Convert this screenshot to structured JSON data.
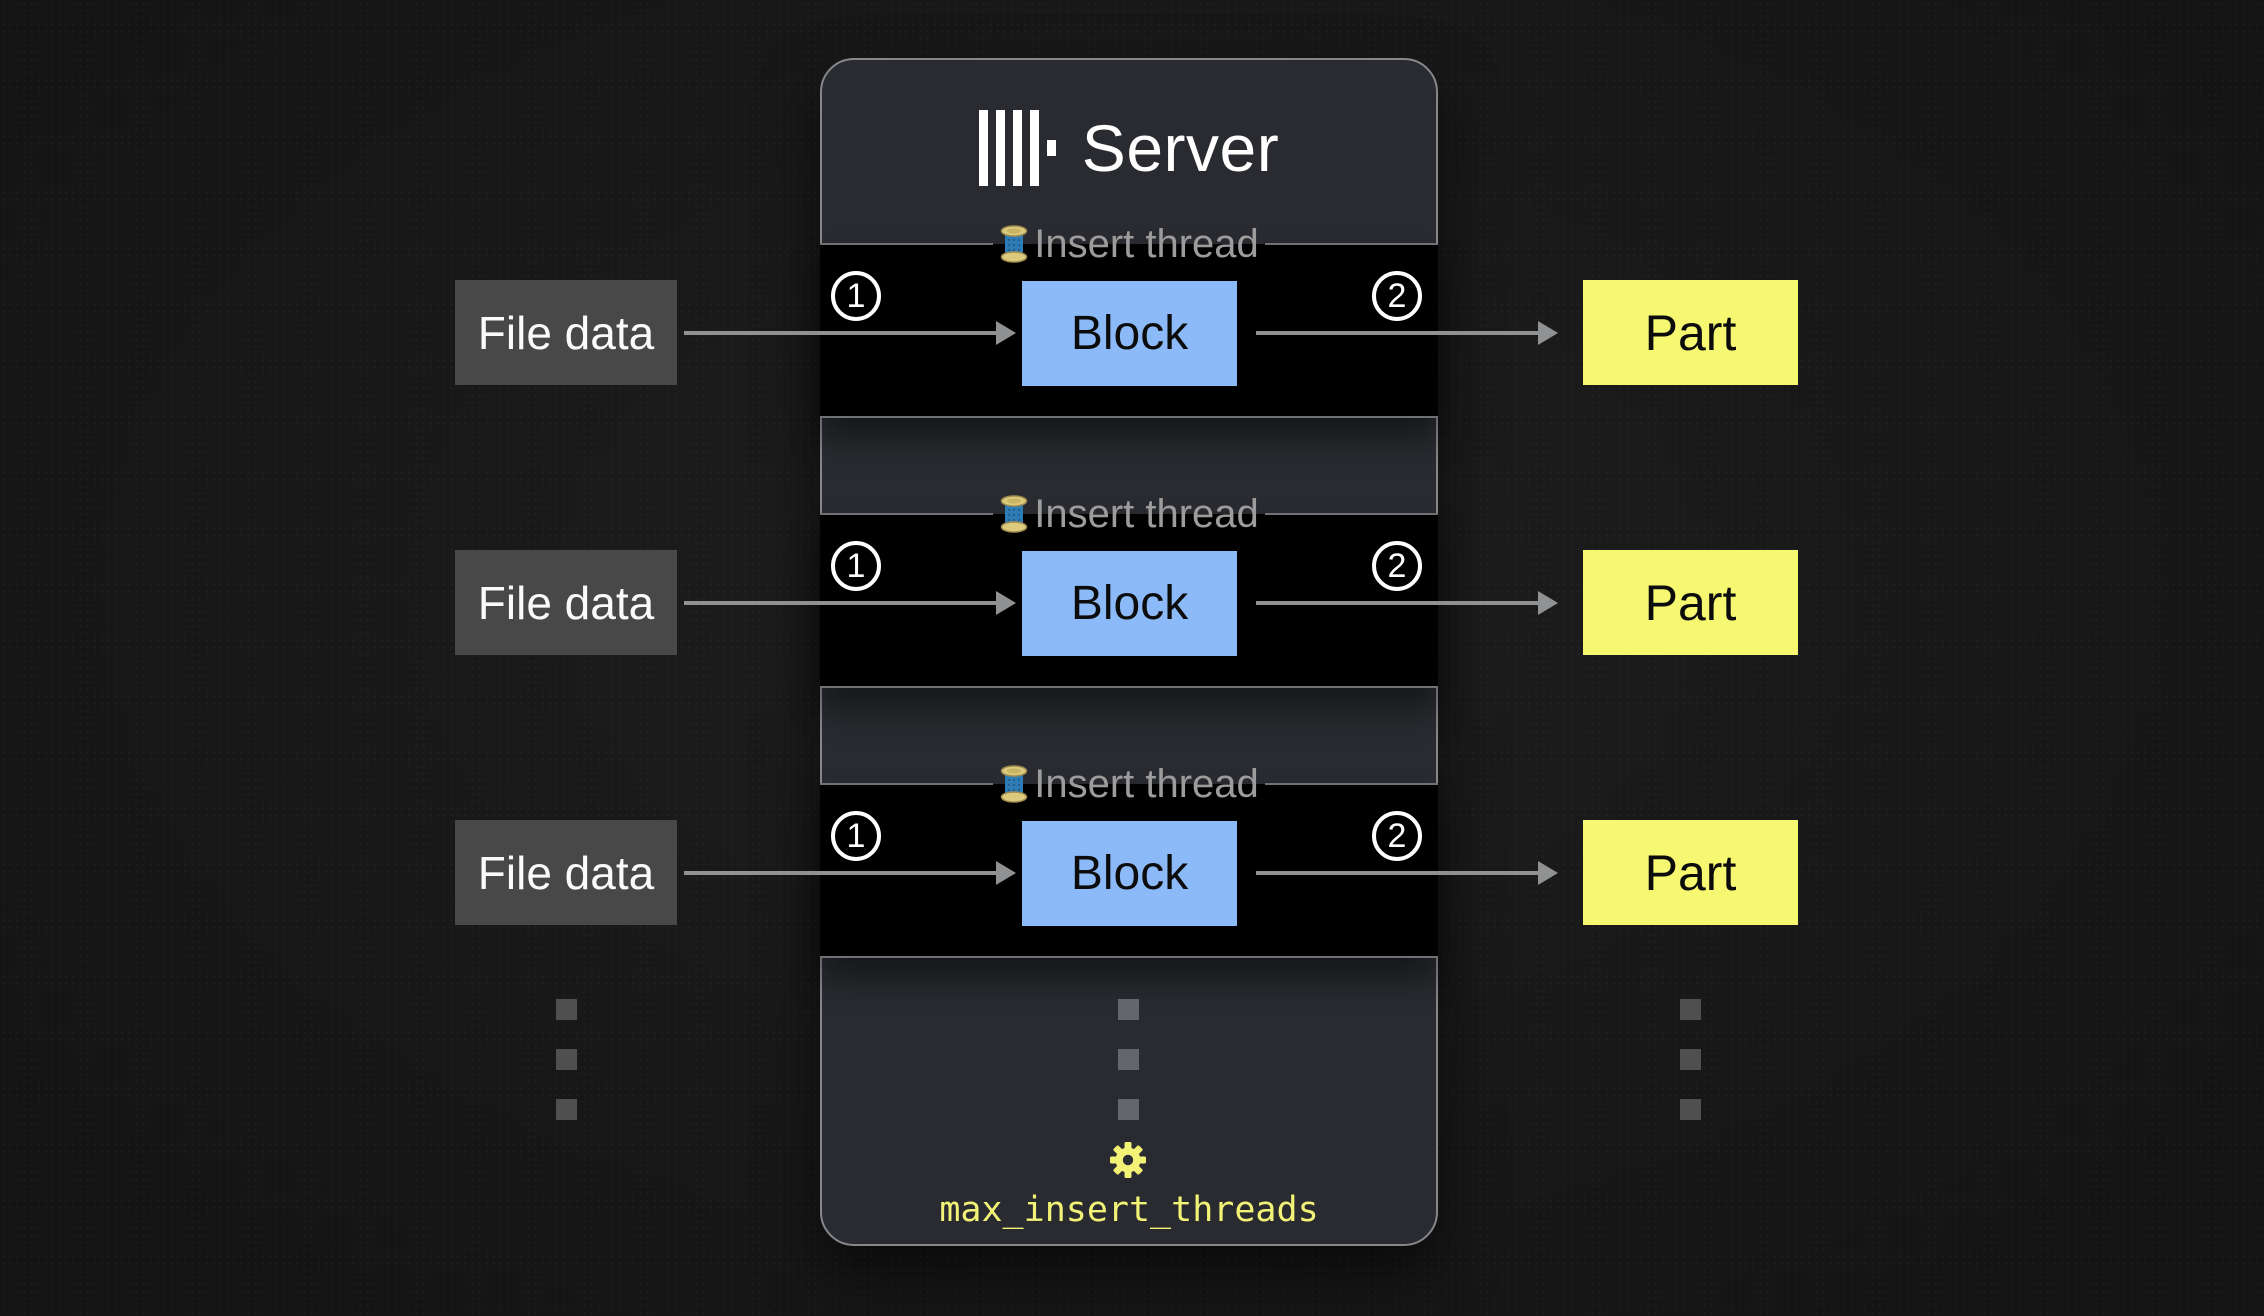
{
  "server": {
    "title": "Server",
    "logo_icon": "clickhouse-logo",
    "threads": [
      {
        "thread_label": "Insert thread",
        "thread_icon": "thread-spool-icon",
        "step_in": "1",
        "block_label": "Block",
        "step_out": "2"
      },
      {
        "thread_label": "Insert thread",
        "thread_icon": "thread-spool-icon",
        "step_in": "1",
        "block_label": "Block",
        "step_out": "2"
      },
      {
        "thread_label": "Insert thread",
        "thread_icon": "thread-spool-icon",
        "step_in": "1",
        "block_label": "Block",
        "step_out": "2"
      }
    ],
    "setting": {
      "icon": "gear-icon",
      "label": "max_insert_threads"
    }
  },
  "inputs": [
    {
      "label": "File data"
    },
    {
      "label": "File data"
    },
    {
      "label": "File data"
    }
  ],
  "outputs": [
    {
      "label": "Part"
    },
    {
      "label": "Part"
    },
    {
      "label": "Part"
    }
  ],
  "colors": {
    "server_bg": "#292b30",
    "server_border": "#85878b",
    "row_bg": "#000000",
    "row_border": "#6f7174",
    "label_gray": "#9c9c9c",
    "file_bg": "#484848",
    "file_text": "#fafafa",
    "block_bg": "#8cbaf8",
    "part_bg": "#f6f871",
    "box_text": "#0c0c0c",
    "arrow": "#8f9193",
    "accent_yellow": "#f2f376",
    "dot_side": "#4f4f4f",
    "dot_center": "#63666b"
  }
}
